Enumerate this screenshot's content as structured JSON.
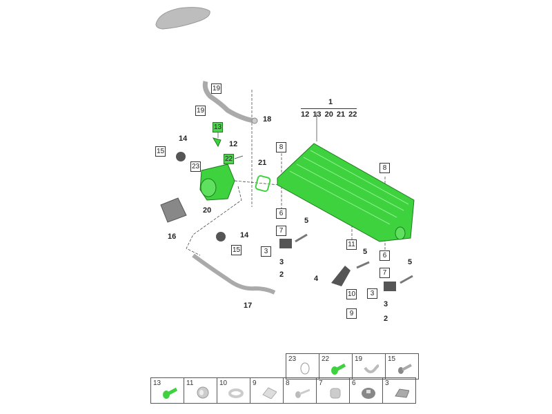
{
  "diagram": {
    "callouts": {
      "c1": "1",
      "group": "12 13 20 21 22",
      "c19a": "19",
      "c19b": "19",
      "c18": "18",
      "c13": "13",
      "c12": "12",
      "c14a": "14",
      "c15a": "15",
      "c22": "22",
      "c23": "23",
      "c21": "21",
      "c20": "20",
      "c16": "16",
      "c8a": "8",
      "c8b": "8",
      "c6a": "6",
      "c7a": "7",
      "c3a": "3",
      "c5a": "5",
      "c3b": "3",
      "c2a": "2",
      "c14b": "14",
      "c15b": "15",
      "c17": "17",
      "c11": "11",
      "c5b": "5",
      "c4": "4",
      "c10": "10",
      "c9": "9",
      "c6b": "6",
      "c7b": "7",
      "c5c": "5",
      "c3c": "3",
      "c3d": "3",
      "c2b": "2"
    },
    "highlight_color": "#3fd23f"
  },
  "legend": {
    "top_row": [
      {
        "num": "23",
        "icon": "o-ring"
      },
      {
        "num": "22",
        "icon": "screw-green"
      },
      {
        "num": "19",
        "icon": "clip"
      },
      {
        "num": "15",
        "icon": "screw"
      }
    ],
    "bottom_row": [
      {
        "num": "13",
        "icon": "screw-green"
      },
      {
        "num": "11",
        "icon": "grommet"
      },
      {
        "num": "10",
        "icon": "washer"
      },
      {
        "num": "9",
        "icon": "bracket-clip"
      },
      {
        "num": "8",
        "icon": "pin"
      },
      {
        "num": "7",
        "icon": "sleeve"
      },
      {
        "num": "6",
        "icon": "rubber-mount"
      },
      {
        "num": "3",
        "icon": "spring-clip"
      }
    ]
  }
}
